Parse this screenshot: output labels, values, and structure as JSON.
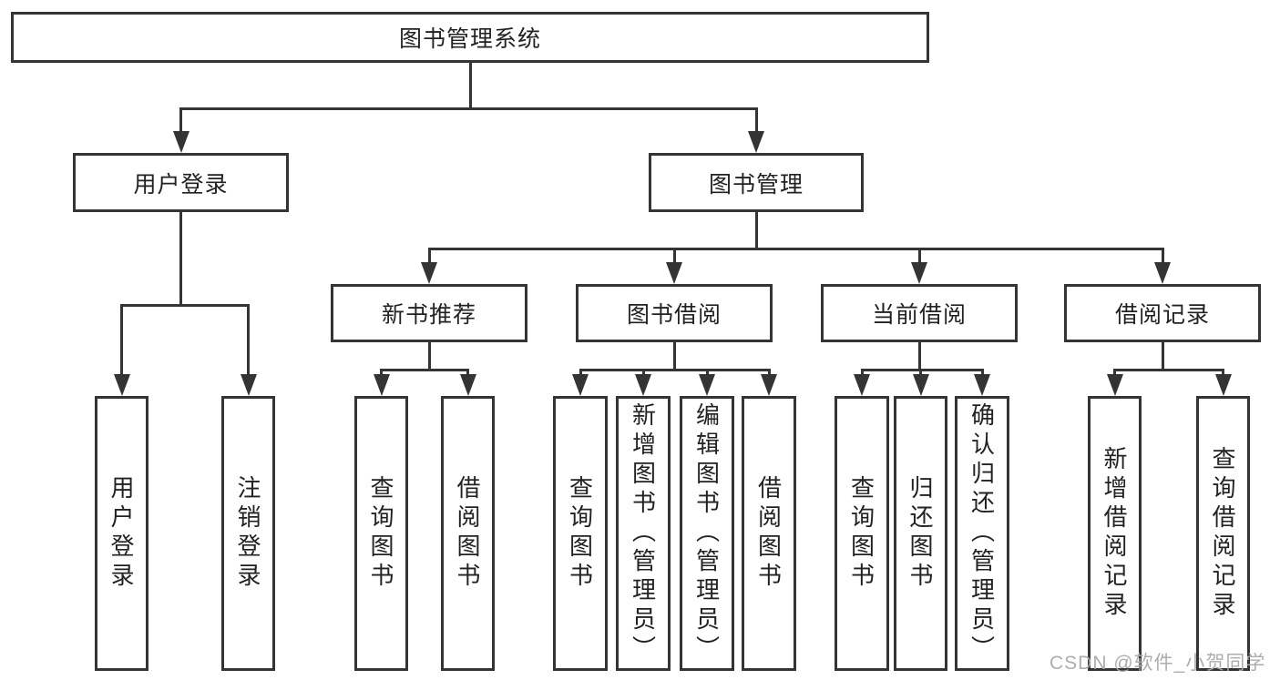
{
  "diagram": {
    "nodes": [
      {
        "id": "root",
        "label": "图书管理系统",
        "parent": null
      },
      {
        "id": "user-login",
        "label": "用户登录",
        "parent": "root"
      },
      {
        "id": "book-mgmt",
        "label": "图书管理",
        "parent": "root"
      },
      {
        "id": "login",
        "label": "用户登录",
        "parent": "user-login"
      },
      {
        "id": "logout",
        "label": "注销登录",
        "parent": "user-login"
      },
      {
        "id": "new-book-rec",
        "label": "新书推荐",
        "parent": "book-mgmt"
      },
      {
        "id": "book-borrow",
        "label": "图书借阅",
        "parent": "book-mgmt"
      },
      {
        "id": "current-borrow",
        "label": "当前借阅",
        "parent": "book-mgmt"
      },
      {
        "id": "borrow-records",
        "label": "借阅记录",
        "parent": "book-mgmt"
      },
      {
        "id": "nbr-query",
        "label": "查询图书",
        "parent": "new-book-rec"
      },
      {
        "id": "nbr-borrow",
        "label": "借阅图书",
        "parent": "new-book-rec"
      },
      {
        "id": "bb-query",
        "label": "查询图书",
        "parent": "book-borrow"
      },
      {
        "id": "bb-add",
        "label": "新增图书（管理员）",
        "parent": "book-borrow"
      },
      {
        "id": "bb-edit",
        "label": "编辑图书（管理员）",
        "parent": "book-borrow"
      },
      {
        "id": "bb-borrow",
        "label": "借阅图书",
        "parent": "book-borrow"
      },
      {
        "id": "cb-query",
        "label": "查询图书",
        "parent": "current-borrow"
      },
      {
        "id": "cb-return",
        "label": "归还图书",
        "parent": "current-borrow"
      },
      {
        "id": "cb-confirm",
        "label": "确认归还（管理员）",
        "parent": "current-borrow"
      },
      {
        "id": "br-add",
        "label": "新增借阅记录",
        "parent": "borrow-records"
      },
      {
        "id": "br-query",
        "label": "查询借阅记录",
        "parent": "borrow-records"
      }
    ]
  },
  "watermark": {
    "text": "CSDN @软件_小贺同学"
  },
  "colors": {
    "line": "#343434",
    "box_border": "#343434",
    "box_background": "#ffffff",
    "text": "#222222",
    "page_background": "#ffffff",
    "watermark": "#a9a9a9"
  }
}
